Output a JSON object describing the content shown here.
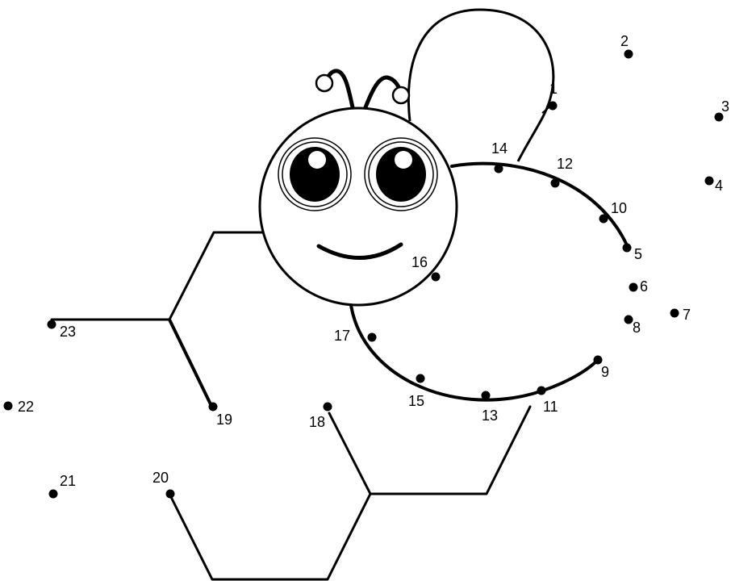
{
  "colors": {
    "ink": "#000000",
    "paper": "#ffffff"
  },
  "dots": [
    {
      "label": "1"
    },
    {
      "label": "2"
    },
    {
      "label": "3"
    },
    {
      "label": "4"
    },
    {
      "label": "5"
    },
    {
      "label": "6"
    },
    {
      "label": "7"
    },
    {
      "label": "8"
    },
    {
      "label": "9"
    },
    {
      "label": "10"
    },
    {
      "label": "11"
    },
    {
      "label": "12"
    },
    {
      "label": "13"
    },
    {
      "label": "14"
    },
    {
      "label": "15"
    },
    {
      "label": "16"
    },
    {
      "label": "17"
    },
    {
      "label": "18"
    },
    {
      "label": "19"
    },
    {
      "label": "20"
    },
    {
      "label": "21"
    },
    {
      "label": "22"
    },
    {
      "label": "23"
    }
  ]
}
